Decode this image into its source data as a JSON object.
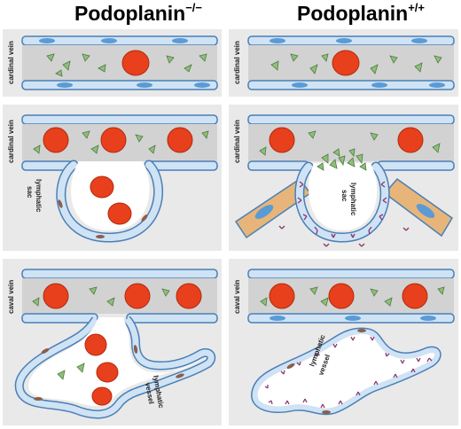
{
  "columns": {
    "left": {
      "title": "Podoplanin",
      "superscript": "−/−"
    },
    "right": {
      "title": "Podoplanin",
      "superscript": "+/+"
    }
  },
  "panels": {
    "left_1": {
      "vein_label": "cardinal vein"
    },
    "right_1": {
      "vein_label": "cardinal vein"
    },
    "left_2": {
      "vein_label": "cardinal vein",
      "sac_label_1": "lymphatic",
      "sac_label_2": "sac"
    },
    "right_2": {
      "vein_label": "cardinal vein",
      "sac_label_1": "lymphatic",
      "sac_label_2": "sac"
    },
    "left_3": {
      "vein_label": "caval vein",
      "vessel_label_1": "lymphatic",
      "vessel_label_2": "vessel"
    },
    "right_3": {
      "vein_label": "caval vein",
      "vessel_label_1": "lymphatic",
      "vessel_label_2": "vessel"
    }
  },
  "colors": {
    "panel_bg": "#e9e9e9",
    "vessel_wall": "#cfe3f5",
    "vessel_outline": "#4a7fb5",
    "nucleus": "#5b9bd5",
    "lumen": "#d2d2d2",
    "red_cell": "#e8401c",
    "platelet": "#8fbf7a",
    "podoplanin": "#8a3a6e",
    "stromal": "#e7b57a"
  }
}
